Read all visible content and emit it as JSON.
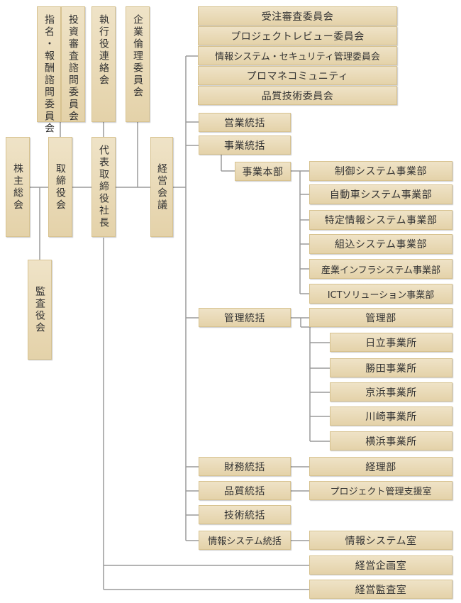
{
  "top_committees": {
    "shimei": "指名・報酬諮問委員会",
    "toushi": "投資審査諮問委員会",
    "shikkou": "執行役連絡会",
    "kigyou": "企業倫理委員会"
  },
  "governance": {
    "kabunushi": "株主総会",
    "torishimari": "取締役会",
    "daihyou": "代表取締役社長",
    "keiei": "経営会議",
    "kansa": "監査役会"
  },
  "committees": [
    "受注審査委員会",
    "プロジェクトレビュー委員会",
    "情報システム・セキュリティ管理委員会",
    "プロマネコミュニティ",
    "品質技術委員会"
  ],
  "units": {
    "eigyou": "営業統括",
    "jigyou": "事業統括",
    "jigyou_honbu": "事業本部",
    "kanri": "管理統括",
    "zaimu": "財務統括",
    "hinshitsu": "品質統括",
    "gijutsu": "技術統括",
    "joho": "情報システム統括"
  },
  "divisions": [
    "制御システム事業部",
    "自動車システム事業部",
    "特定情報システム事業部",
    "組込システム事業部",
    "産業インフラシステム事業部",
    "ICTソリューション事業部"
  ],
  "kanri_dept": "管理部",
  "offices": [
    "日立事業所",
    "勝田事業所",
    "京浜事業所",
    "川崎事業所",
    "横浜事業所"
  ],
  "keiri": "経理部",
  "project_shien": "プロジェクト管理支援室",
  "joho_shitsu": "情報システム室",
  "keiei_kikaku": "経営企画室",
  "keiei_kansa": "経営監査室"
}
